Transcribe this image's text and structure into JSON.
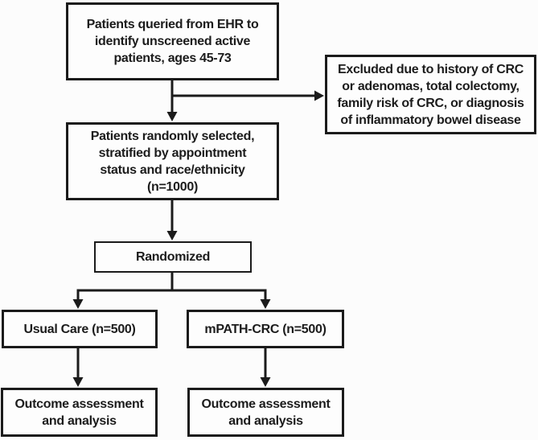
{
  "diagram": {
    "type": "flowchart",
    "description": "Randomized trial patient flow diagram",
    "colors": {
      "line": "#1b1b1b",
      "text": "#1c1c1c",
      "box_fill": "#fdfdfd",
      "background": "#fcfcfc"
    },
    "nodes": {
      "ehr_query": {
        "label": "Patients queried from EHR to\nidentify unscreened active\npatients, ages 45-73"
      },
      "excluded": {
        "label": "Excluded due to history of CRC\nor adenomas, total colectomy,\nfamily risk of CRC, or diagnosis\nof inflammatory bowel disease"
      },
      "random_selection": {
        "label": "Patients randomly selected,\nstratified by appointment\nstatus and race/ethnicity\n(n=1000)"
      },
      "randomized": {
        "label": "Randomized"
      },
      "usual_care": {
        "label": "Usual Care (n=500)"
      },
      "mpath_crc": {
        "label": "mPATH-CRC (n=500)"
      },
      "outcome_usual_care": {
        "label": "Outcome assessment\nand analysis"
      },
      "outcome_mpath": {
        "label": "Outcome assessment\nand analysis"
      }
    },
    "edges": [
      {
        "from": "ehr_query",
        "to": "random_selection"
      },
      {
        "from": "ehr_query",
        "to": "excluded"
      },
      {
        "from": "random_selection",
        "to": "randomized"
      },
      {
        "from": "randomized",
        "to": "usual_care"
      },
      {
        "from": "randomized",
        "to": "mpath_crc"
      },
      {
        "from": "usual_care",
        "to": "outcome_usual_care"
      },
      {
        "from": "mpath_crc",
        "to": "outcome_mpath"
      }
    ]
  }
}
